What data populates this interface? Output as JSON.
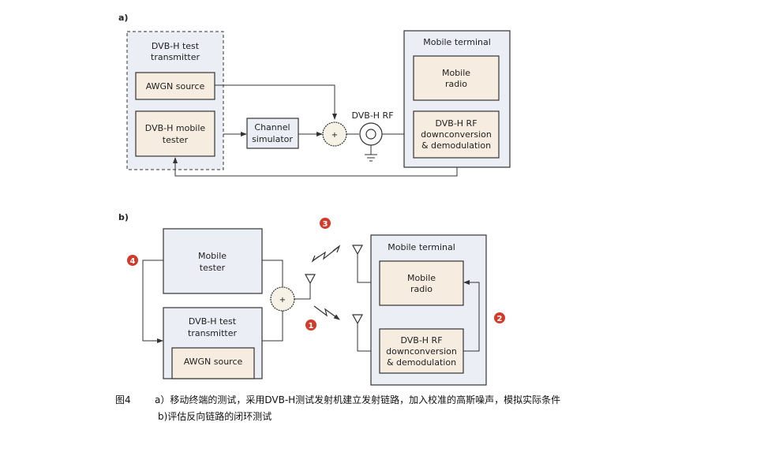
{
  "diagram_a": {
    "panel_label": "a)",
    "transmitter_group": {
      "title_line1": "DVB-H test",
      "title_line2": "transmitter"
    },
    "awgn_source": "AWGN source",
    "mobile_tester": {
      "line1": "DVB-H mobile",
      "line2": "tester"
    },
    "channel_simulator": {
      "line1": "Channel",
      "line2": "simulator"
    },
    "summer": "+",
    "rf_connector_label": "DVB-H RF",
    "mobile_terminal": {
      "title": "Mobile terminal",
      "radio": {
        "line1": "Mobile",
        "line2": "radio"
      },
      "rf_block": {
        "line1": "DVB-H RF",
        "line2": "downconversion",
        "line3": "& demodulation"
      }
    }
  },
  "diagram_b": {
    "panel_label": "b)",
    "mobile_tester": {
      "line1": "Mobile",
      "line2": "tester"
    },
    "transmitter": {
      "line1": "DVB-H test",
      "line2": "transmitter"
    },
    "awgn_source": "AWGN source",
    "summer": "+",
    "mobile_terminal": {
      "title": "Mobile terminal",
      "radio": {
        "line1": "Mobile",
        "line2": "radio"
      },
      "rf_block": {
        "line1": "DVB-H RF",
        "line2": "downconversion",
        "line3": "& demodulation"
      }
    },
    "markers": [
      "1",
      "2",
      "3",
      "4"
    ]
  },
  "caption": {
    "figure": "图4",
    "line_a": "a）移动终端的测试，采用DVB-H测试发射机建立发射链路，加入校准的高斯噪声，模拟实际条件",
    "line_b": "b)评估反向链路的闭环测试"
  },
  "colors": {
    "group_fill": "#eceef5",
    "block_fill": "#f6ece0",
    "marker_red": "#d23a2a",
    "line": "#333333"
  }
}
